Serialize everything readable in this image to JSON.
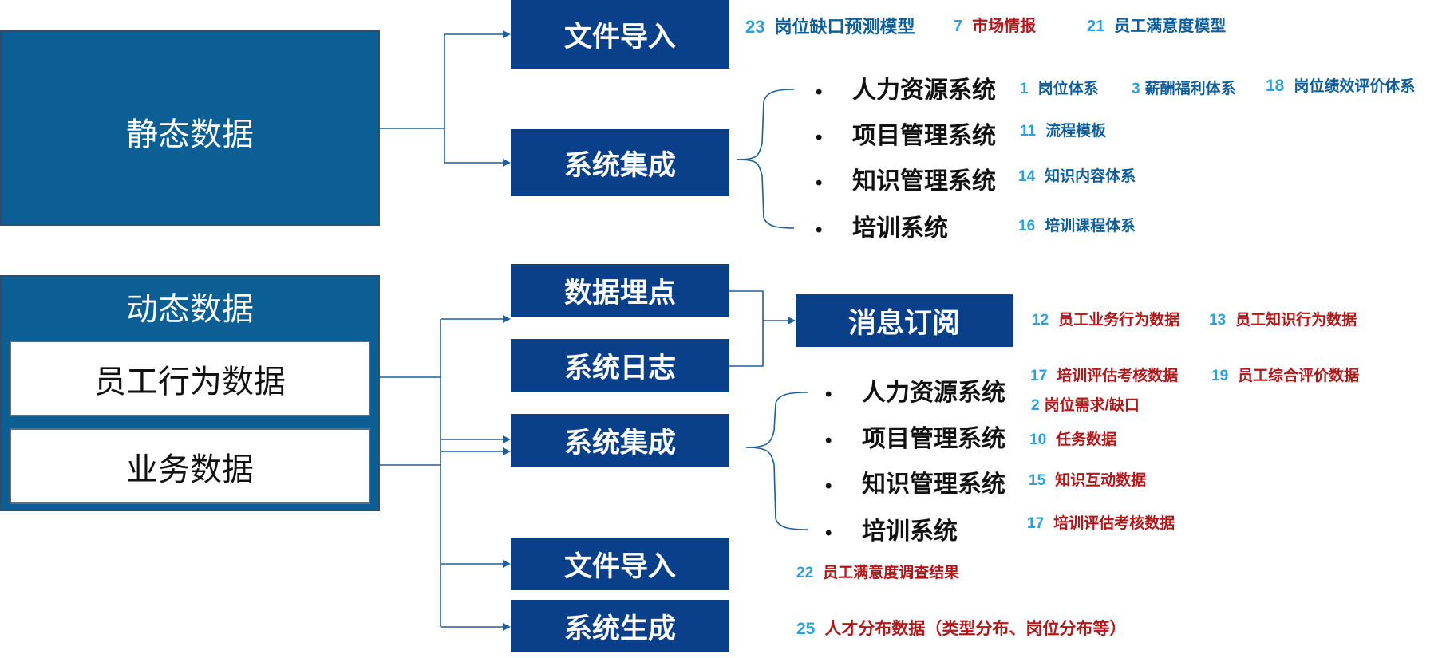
{
  "colors": {
    "panel": "#0b5f95",
    "box": "#0a3f8a",
    "line": "#1d5f9e",
    "num": "#2aa0e0",
    "label_blue": "#0f5e9c",
    "label_red": "#b0181a"
  },
  "static": {
    "title": "静态数据",
    "file_import": "文件导入",
    "sys_integration": "系统集成",
    "top_items": [
      {
        "num": "23",
        "text": "岗位缺口预测模型",
        "color": "blue"
      },
      {
        "num": "7",
        "text": "市场情报",
        "color": "red"
      },
      {
        "num": "21",
        "text": "员工满意度模型",
        "color": "blue"
      }
    ],
    "systems": [
      "人力资源系统",
      "项目管理系统",
      "知识管理系统",
      "培训系统"
    ],
    "sys_items": [
      [
        {
          "num": "1",
          "text": "岗位体系",
          "color": "blue"
        },
        {
          "num": "3",
          "text": "薪酬福利体系",
          "color": "blue"
        },
        {
          "num": "18",
          "text": "岗位绩效评价体系",
          "color": "blue"
        }
      ],
      [
        {
          "num": "11",
          "text": "流程模板",
          "color": "blue"
        }
      ],
      [
        {
          "num": "14",
          "text": "知识内容体系",
          "color": "blue"
        }
      ],
      [
        {
          "num": "16",
          "text": "培训课程体系",
          "color": "blue"
        }
      ]
    ]
  },
  "dynamic": {
    "title": "动态数据",
    "employee_behavior": "员工行为数据",
    "business_data": "业务数据",
    "data_tracking": "数据埋点",
    "system_log": "系统日志",
    "message_sub": "消息订阅",
    "sys_integration": "系统集成",
    "file_import": "文件导入",
    "sys_generate": "系统生成",
    "msg_items": [
      {
        "num": "12",
        "text": "员工业务行为数据",
        "color": "red"
      },
      {
        "num": "13",
        "text": "员工知识行为数据",
        "color": "red"
      }
    ],
    "systems": [
      "人力资源系统",
      "项目管理系统",
      "知识管理系统",
      "培训系统"
    ],
    "hr_items": [
      {
        "num": "17",
        "text": "培训评估考核数据",
        "color": "red"
      },
      {
        "num": "19",
        "text": "员工综合评价数据",
        "color": "red"
      }
    ],
    "hr_item2": {
      "num": "2",
      "text": "岗位需求/缺口",
      "color": "red"
    },
    "pm_item": {
      "num": "10",
      "text": "任务数据",
      "color": "red"
    },
    "km_item": {
      "num": "15",
      "text": "知识互动数据",
      "color": "red"
    },
    "tr_item": {
      "num": "17",
      "text": "培训评估考核数据",
      "color": "red"
    },
    "file_item": {
      "num": "22",
      "text": "员工满意度调查结果",
      "color": "red"
    },
    "gen_item": {
      "num": "25",
      "text": "人才分布数据（类型分布、岗位分布等）",
      "color": "red"
    }
  }
}
